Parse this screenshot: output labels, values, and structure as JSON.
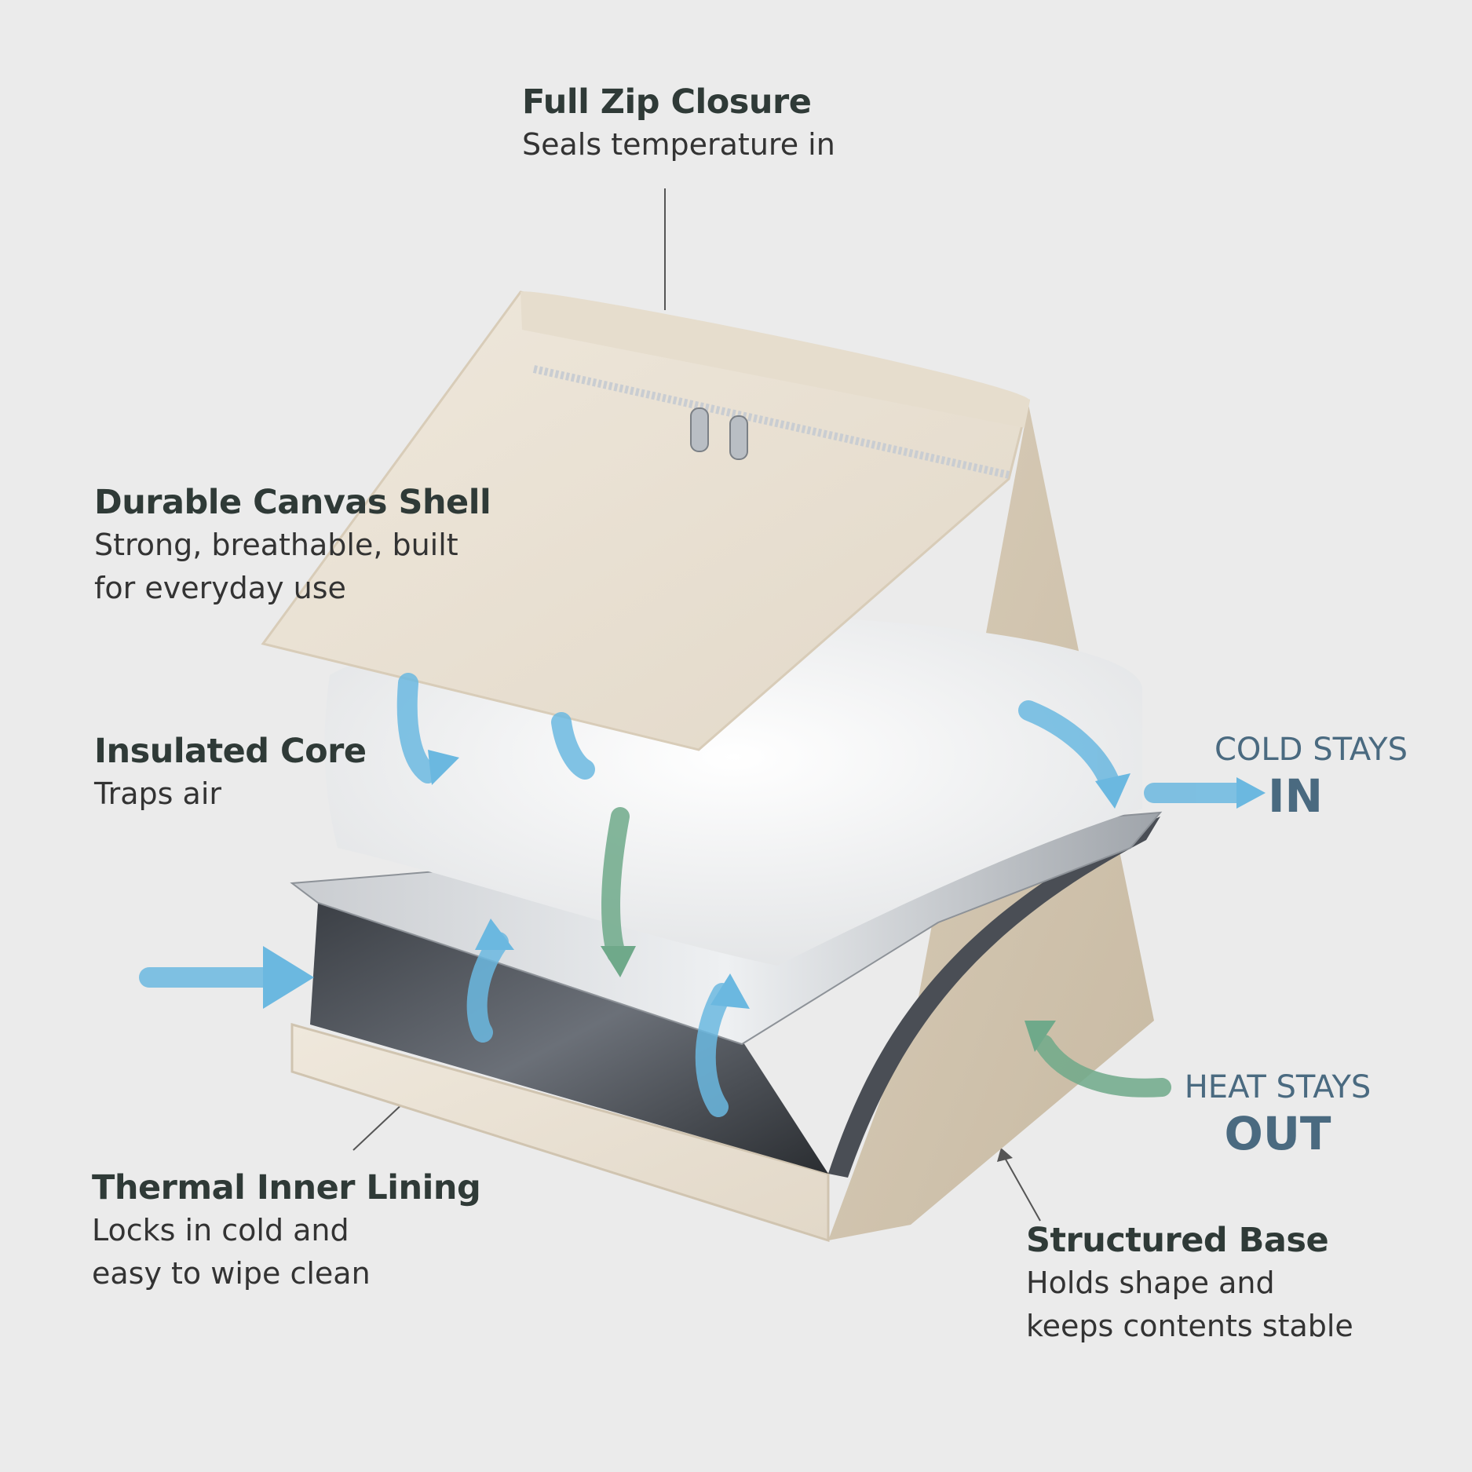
{
  "callouts": {
    "zip": {
      "title": "Full Zip Closure",
      "desc": "Seals temperature in"
    },
    "shell": {
      "title": "Durable Canvas Shell",
      "desc1": "Strong, breathable, built",
      "desc2": "for everyday use"
    },
    "core": {
      "title": "Insulated Core",
      "desc": "Traps air"
    },
    "lining": {
      "title": "Thermal Inner Lining",
      "desc1": "Locks in cold and",
      "desc2": "easy to wipe clean"
    },
    "base": {
      "title": "Structured Base",
      "desc1": "Holds shape and",
      "desc2": "keeps contents stable"
    }
  },
  "flows": {
    "cold": {
      "small": "COLD STAYS",
      "big": "IN"
    },
    "heat": {
      "small": "HEAT STAYS",
      "big": "OUT"
    }
  },
  "colors": {
    "background": "#ebebeb",
    "text": "#2f3a37",
    "flow_text": "#4a6a80",
    "cold_arrow": "#6bb8e0",
    "heat_arrow": "#6fa98a"
  }
}
